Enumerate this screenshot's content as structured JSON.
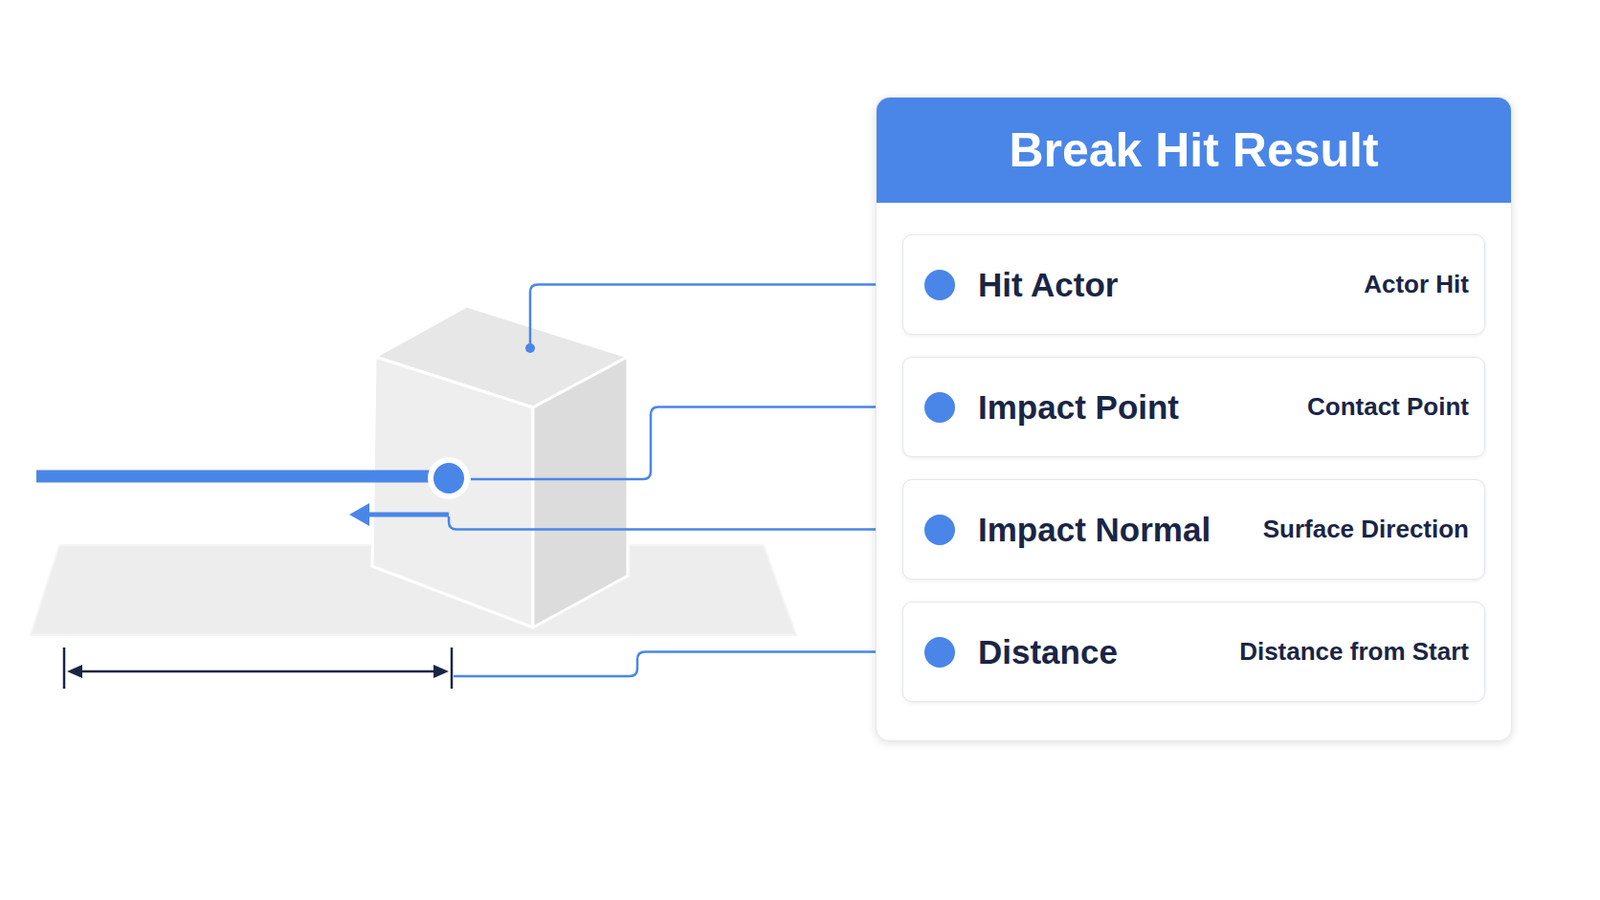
{
  "diagram": {
    "nodes": [
      {
        "text": [
          "Break Hit Result"
        ]
      },
      {
        "text": [
          "Hit Actor",
          "Actor Hit"
        ],
        "in": 0
      },
      {
        "text": [
          "Impact Point",
          "Contact Point"
        ],
        "in": 0
      },
      {
        "text": [
          "Impact Normal",
          "Surface Direction"
        ],
        "in": 0
      },
      {
        "text": [
          "Distance",
          "Distance from Start"
        ],
        "in": 0
      }
    ]
  }
}
